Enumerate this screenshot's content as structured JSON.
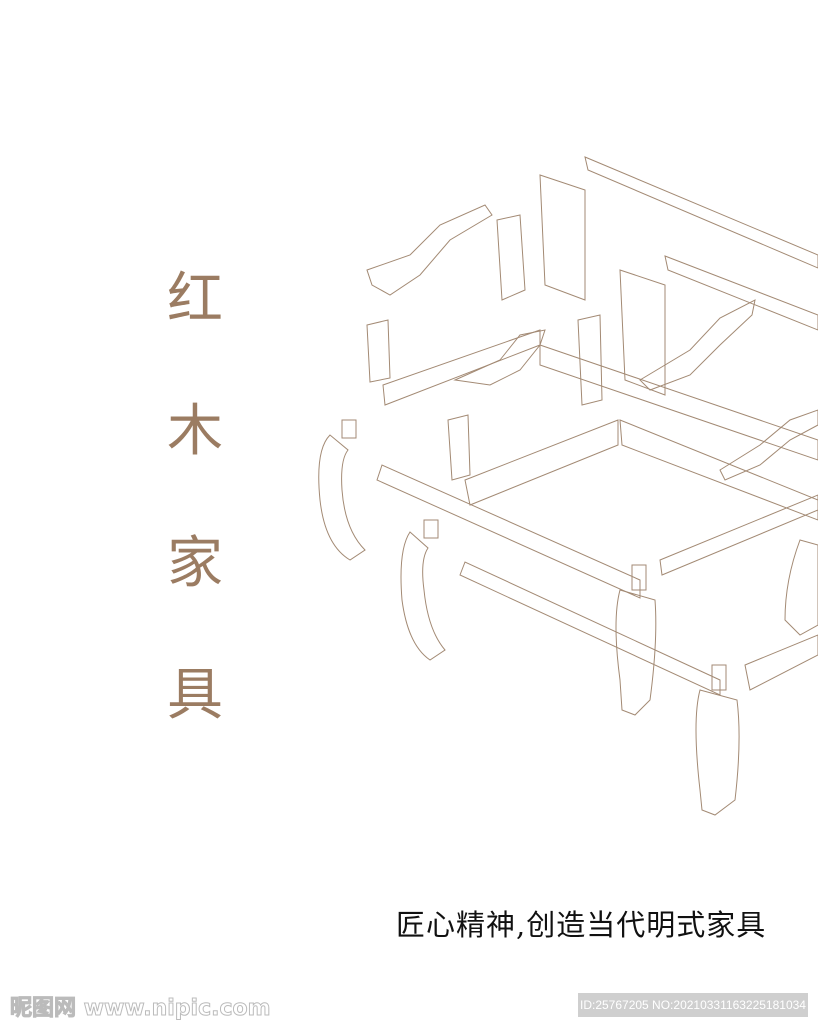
{
  "title_chars": [
    "红",
    "木",
    "家",
    "具"
  ],
  "slogan": "匠心精神,创造当代明式家具",
  "watermark": {
    "site": "昵图网 www.nipic.com",
    "id_text": "ID:25767205 NO:20210331163225181034"
  },
  "colors": {
    "title": "#9b7c62",
    "line_art": "#a38a74",
    "slogan": "#111111"
  }
}
